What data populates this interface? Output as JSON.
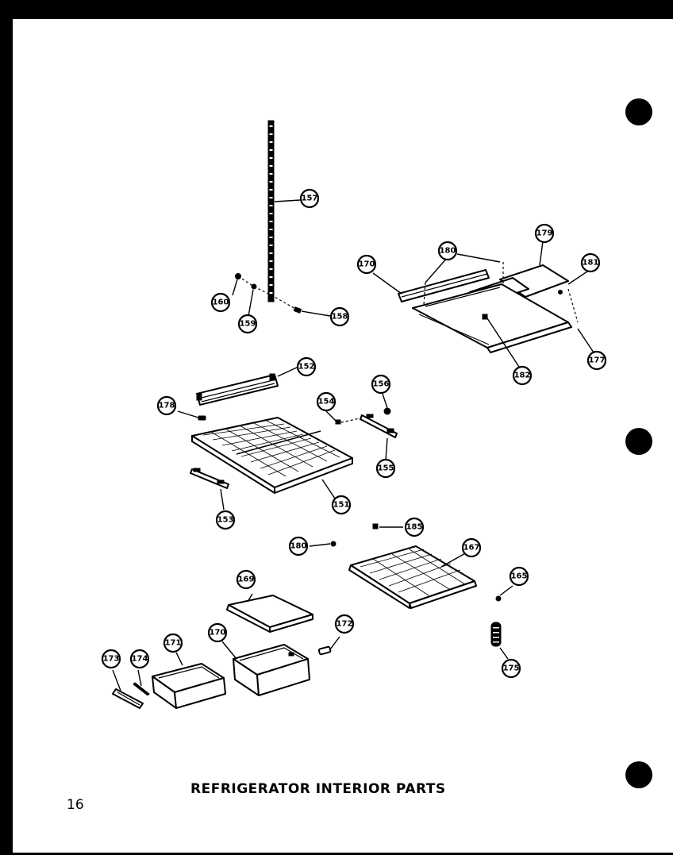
{
  "title": "REFRIGERATOR INTERIOR PARTS",
  "page_number": "16",
  "callouts": {
    "c157": "157",
    "c160a": "160",
    "c159": "159",
    "c158": "158",
    "c152": "152",
    "c178a": "178",
    "c154": "154",
    "c156": "156",
    "c155": "155",
    "c151": "151",
    "c153": "153",
    "c170a": "170",
    "c180a": "180",
    "c179": "179",
    "c181": "181",
    "c182": "182",
    "c177": "177",
    "c185a": "185",
    "c180b": "180",
    "c167": "167",
    "c165": "165",
    "c169": "169",
    "c172": "172",
    "c175": "175",
    "c173": "173",
    "c174": "174",
    "c171": "171",
    "c170b": "170"
  }
}
